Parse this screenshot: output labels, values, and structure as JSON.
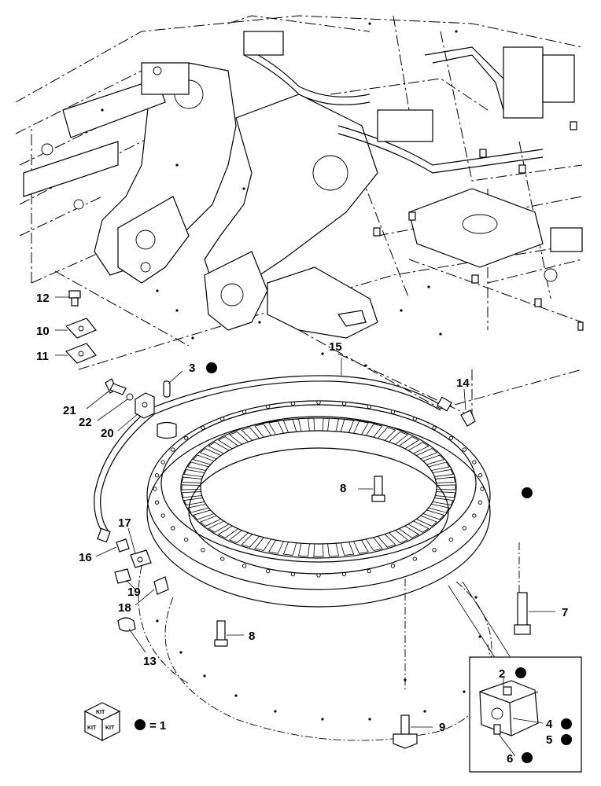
{
  "labels": {
    "l2": "2",
    "l3": "3",
    "l4": "4",
    "l5": "5",
    "l6": "6",
    "l7": "7",
    "l8a": "8",
    "l8b": "8",
    "l9": "9",
    "l10": "10",
    "l11": "11",
    "l12": "12",
    "l13": "13",
    "l14": "14",
    "l15": "15",
    "l16": "16",
    "l17": "17",
    "l18": "18",
    "l19": "19",
    "l20": "20",
    "l21": "21",
    "l22": "22"
  },
  "legend": {
    "kit_text": "KIT",
    "equals": "= 1"
  },
  "colors": {
    "ink": "#000000",
    "paper": "#ffffff"
  }
}
